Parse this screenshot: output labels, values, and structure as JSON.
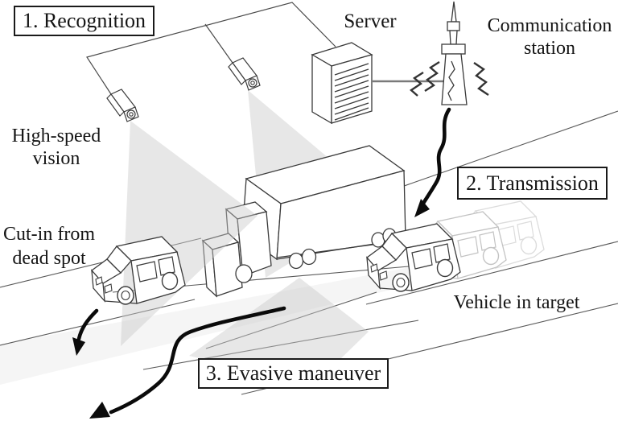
{
  "figure": {
    "steps": [
      {
        "number": "1",
        "label": "1. Recognition"
      },
      {
        "number": "2",
        "label": "2. Transmission"
      },
      {
        "number": "3",
        "label": "3. Evasive maneuver"
      }
    ],
    "labels": {
      "server": "Server",
      "communication_station_line1": "Communication",
      "communication_station_line2": "station",
      "high_speed_vision_line1": "High-speed",
      "high_speed_vision_line2": "vision",
      "cut_in_line1": "Cut-in from",
      "cut_in_line2": "dead spot",
      "vehicle_in_target": "Vehicle in target"
    },
    "icons": {
      "camera": "camera-icon",
      "server": "server-icon",
      "tower": "radio-tower-icon",
      "waves": "radio-waves-icon",
      "truck": "truck-icon",
      "car": "car-icon",
      "ghost_cars": "car-ghost-icon",
      "vision_cone": "vision-cone-shape",
      "arrows": "curved-arrow-icon"
    },
    "colors": {
      "background": "#ffffff",
      "ink": "#111111",
      "vehicle_stroke": "#3a3a3a",
      "ghost_stroke_near": "#c3c3c3",
      "ghost_stroke_far": "#dcdcdc",
      "road_line": "#5a5a5a",
      "cone_fill": "#c9c9c9",
      "connector_line": "#7a7a7a",
      "arrow": "#0b0b0b"
    }
  }
}
